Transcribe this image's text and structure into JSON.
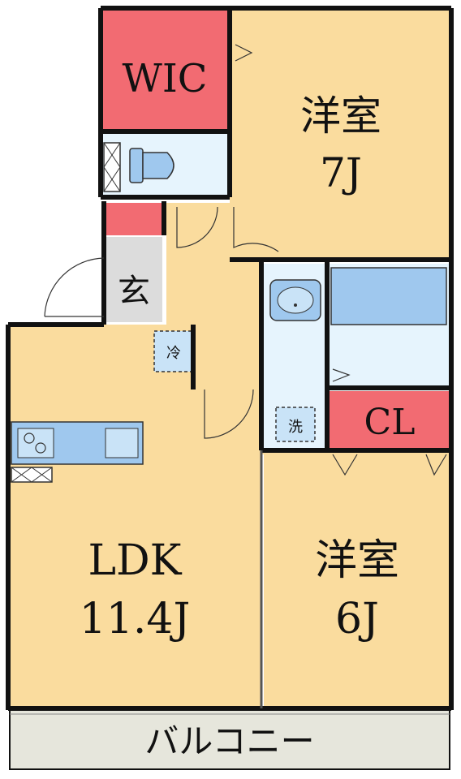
{
  "colors": {
    "room": "#fadc9e",
    "storage": "#f26b72",
    "water": "#9fc8ee",
    "water_light": "#e6f4fd",
    "genkan": "#dcdcdc",
    "balcony": "#e6e6dc",
    "wall": "#111111"
  },
  "rooms": {
    "wic": {
      "label": "WIC"
    },
    "western7": {
      "label_line1": "洋室",
      "label_line2": "7J"
    },
    "western6": {
      "label_line1": "洋室",
      "label_line2": "6J"
    },
    "ldk": {
      "label_line1": "LDK",
      "label_line2": "11.4J"
    },
    "closet": {
      "label": "CL"
    },
    "genkan": {
      "label": "玄"
    },
    "balcony": {
      "label": "バルコニー"
    },
    "fridge": {
      "label": "冷"
    },
    "washer": {
      "label": "洗"
    }
  }
}
